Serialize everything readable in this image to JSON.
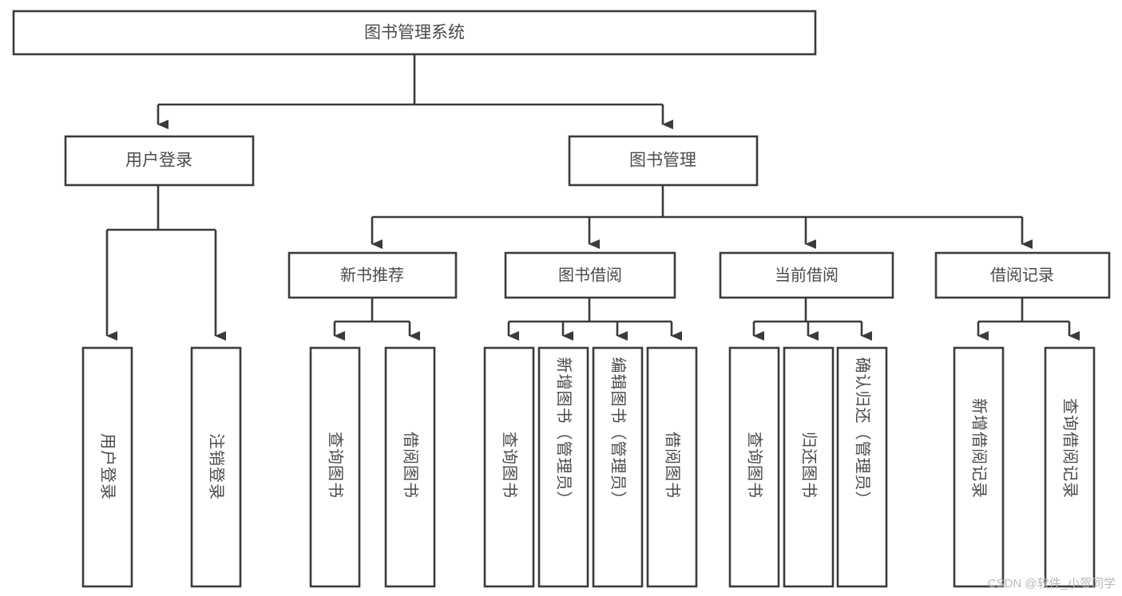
{
  "diagram": {
    "type": "hierarchy-tree",
    "title": "图书管理系统",
    "root": {
      "id": "root",
      "label": "图书管理系统",
      "level": 1
    },
    "level2": [
      {
        "id": "user-login",
        "label": "用户登录",
        "level": 2
      },
      {
        "id": "book-manage",
        "label": "图书管理",
        "level": 2
      }
    ],
    "level3": [
      {
        "id": "new-book-recommend",
        "label": "新书推荐",
        "level": 3,
        "parent": "book-manage"
      },
      {
        "id": "book-borrow",
        "label": "图书借阅",
        "level": 3,
        "parent": "book-manage"
      },
      {
        "id": "current-borrow",
        "label": "当前借阅",
        "level": 3,
        "parent": "book-manage"
      },
      {
        "id": "borrow-record",
        "label": "借阅记录",
        "level": 3,
        "parent": "book-manage"
      }
    ],
    "leaves": {
      "user-login": [
        {
          "id": "leaf-user-login",
          "label": "用户登录"
        },
        {
          "id": "leaf-logout",
          "label": "注销登录"
        }
      ],
      "new-book-recommend": [
        {
          "id": "leaf-query-book-1",
          "label": "查询图书"
        },
        {
          "id": "leaf-borrow-book-1",
          "label": "借阅图书"
        }
      ],
      "book-borrow": [
        {
          "id": "leaf-query-book-2",
          "label": "查询图书"
        },
        {
          "id": "leaf-add-book",
          "label": "新增图书（管理员）"
        },
        {
          "id": "leaf-edit-book",
          "label": "编辑图书（管理员）"
        },
        {
          "id": "leaf-borrow-book-2",
          "label": "借阅图书"
        }
      ],
      "current-borrow": [
        {
          "id": "leaf-query-book-3",
          "label": "查询图书"
        },
        {
          "id": "leaf-return-book",
          "label": "归还图书"
        },
        {
          "id": "leaf-confirm-return",
          "label": "确认归还（管理员）"
        }
      ],
      "borrow-record": [
        {
          "id": "leaf-add-record",
          "label": "新增借阅记录"
        },
        {
          "id": "leaf-query-record",
          "label": "查询借阅记录"
        }
      ]
    }
  },
  "watermark": {
    "text": "CSDN @软件_小贺同学"
  },
  "colors": {
    "box_stroke": "#3b3b3b",
    "box_fill": "#ffffff",
    "text": "#4a4a4a",
    "background": "#ffffff",
    "watermark": "#b9b9b9"
  }
}
